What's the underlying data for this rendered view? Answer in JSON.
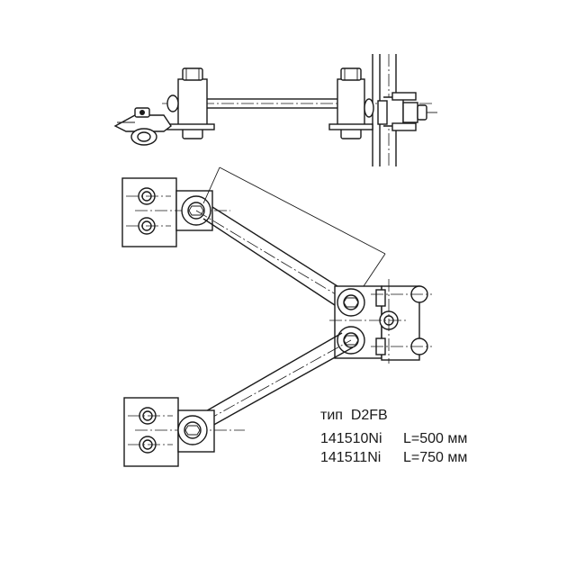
{
  "labels": {
    "type": "тип  D2FB",
    "models": [
      {
        "article": "141510Ni",
        "length": "L=500 мм"
      },
      {
        "article": "141511Ni",
        "length": "L=750 мм"
      }
    ]
  },
  "colors": {
    "line": "#1a1a1a",
    "background": "#ffffff"
  }
}
